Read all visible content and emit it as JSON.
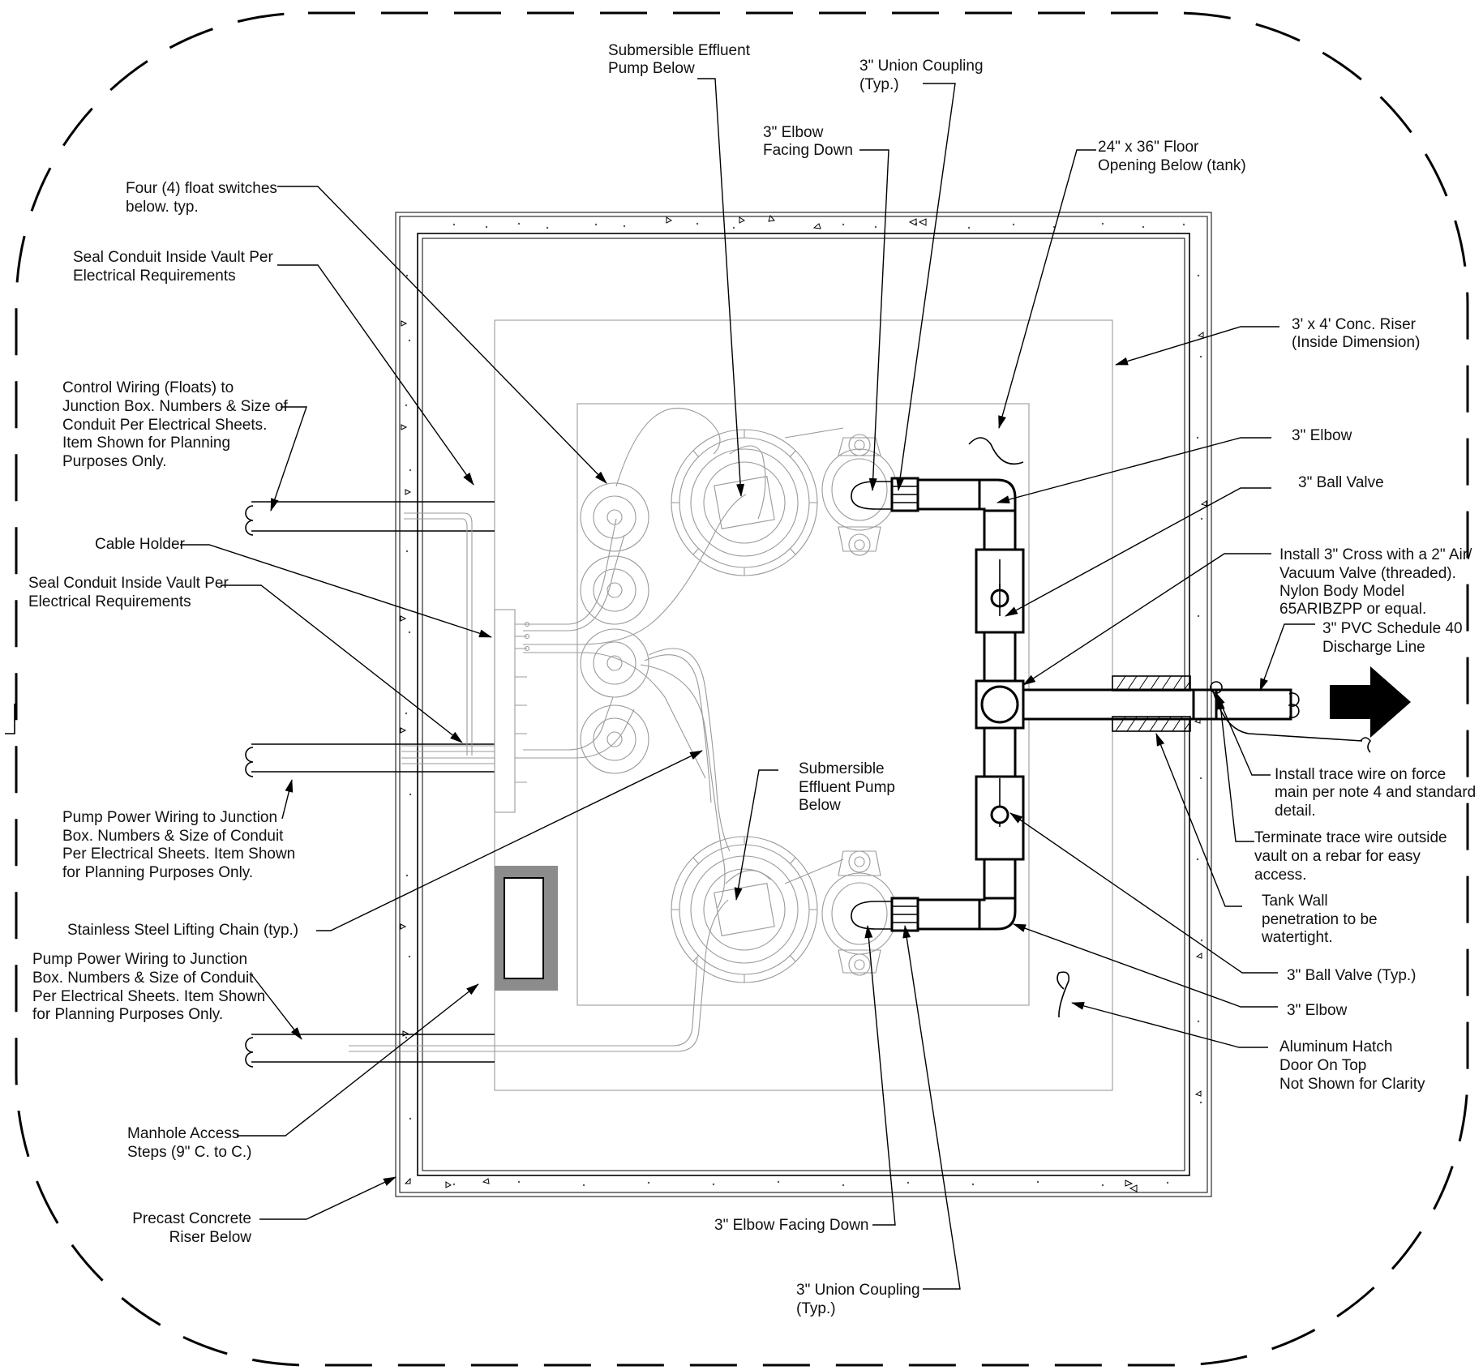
{
  "labels": {
    "submersible_pump_top": [
      "Submersible Effluent",
      "Pump Below"
    ],
    "union_coupling_top": [
      "3\" Union Coupling",
      "(Typ.)"
    ],
    "elbow_facing_down_top": [
      "3\" Elbow",
      "Facing Down"
    ],
    "floor_opening": [
      "24\" x 36\" Floor",
      "Opening Below (tank)"
    ],
    "float_switches": [
      "Four (4) float switches",
      "below. typ."
    ],
    "seal_conduit_1": [
      "Seal Conduit Inside Vault Per",
      "Electrical Requirements"
    ],
    "conc_riser": [
      "3' x 4' Conc. Riser",
      "(Inside Dimension)"
    ],
    "control_wiring": [
      "Control Wiring (Floats) to",
      "Junction Box. Numbers & Size of",
      "Conduit Per Electrical Sheets.",
      "Item Shown for Planning",
      "Purposes Only."
    ],
    "elbow_top_right": [
      "3\" Elbow"
    ],
    "ball_valve_top": [
      "3\" Ball Valve"
    ],
    "cable_holder": [
      "Cable Holder"
    ],
    "seal_conduit_2": [
      "Seal Conduit Inside Vault Per",
      "Electrical Requirements"
    ],
    "cross_valve": [
      "Install 3\" Cross with a 2\" Air/",
      "Vacuum Valve (threaded).",
      "Nylon Body Model",
      "65ARIBZPP or equal."
    ],
    "discharge_line": [
      "3\" PVC Schedule 40",
      "Discharge Line"
    ],
    "trace_wire_install": [
      "Install trace wire on force",
      "main per note 4 and standard",
      "detail."
    ],
    "pump_power_1": [
      "Pump Power Wiring to Junction",
      "Box. Numbers & Size of Conduit",
      "Per Electrical Sheets. Item Shown",
      "for Planning Purposes Only."
    ],
    "submersible_pump_bottom": [
      "Submersible",
      "Effluent Pump",
      "Below"
    ],
    "trace_wire_terminate": [
      "Terminate trace wire outside",
      "vault on a rebar for easy",
      "access."
    ],
    "lifting_chain": [
      "Stainless Steel Lifting Chain (typ.)"
    ],
    "tank_wall": [
      "Tank Wall",
      "penetration to be",
      "watertight."
    ],
    "pump_power_2": [
      "Pump Power Wiring to Junction",
      "Box. Numbers & Size of Conduit",
      "Per Electrical Sheets. Item Shown",
      "for Planning Purposes Only."
    ],
    "ball_valve_typ": [
      "3\" Ball Valve (Typ.)"
    ],
    "elbow_bottom_right": [
      "3\" Elbow"
    ],
    "aluminum_hatch": [
      "Aluminum Hatch",
      "Door On Top",
      "Not Shown for Clarity"
    ],
    "manhole_steps": [
      "Manhole Access",
      "Steps (9\" C. to C.)"
    ],
    "precast_riser": [
      "Precast Concrete",
      "Riser Below"
    ],
    "elbow_facing_down_bottom": [
      "3\" Elbow Facing Down"
    ],
    "union_coupling_bottom": [
      "3\" Union Coupling",
      "(Typ.)"
    ]
  }
}
